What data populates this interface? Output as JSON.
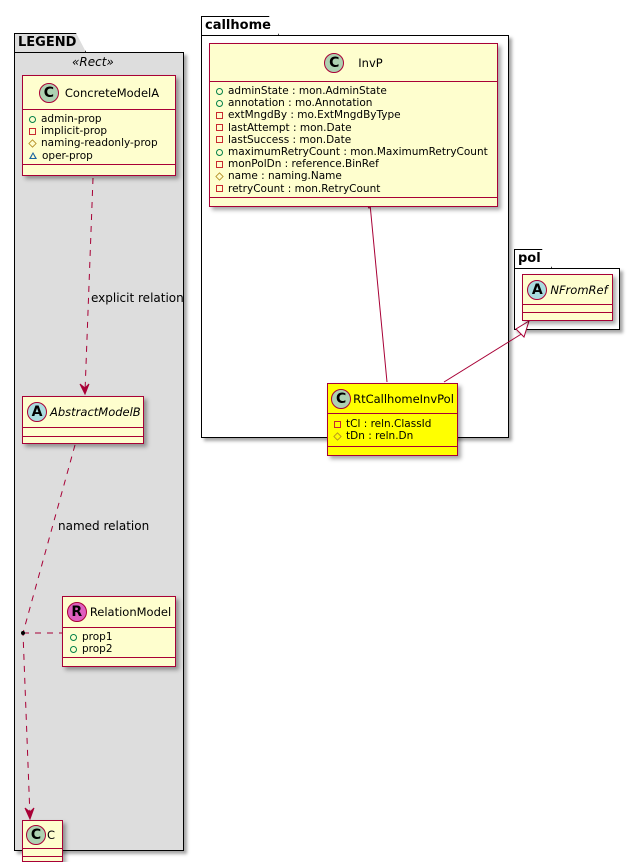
{
  "colors": {
    "class_fill": "#FEFECE",
    "highlight_fill": "#FFFF00",
    "border": "#A80036",
    "class_circle": "#ADD1B2",
    "abstract_circle": "#A9DCDF",
    "relation_circle": "#DE5FBF",
    "legend_bg": "#DDDDDD"
  },
  "packages": {
    "legend": {
      "name": "LEGEND",
      "stereotype": "«Rect»"
    },
    "callhome": {
      "name": "callhome"
    },
    "pol": {
      "name": "pol"
    }
  },
  "legend": {
    "concrete": {
      "letter": "C",
      "name": "ConcreteModelA",
      "attrs": [
        {
          "vis": "public",
          "text": "admin-prop"
        },
        {
          "vis": "private",
          "text": "implicit-prop"
        },
        {
          "vis": "protected",
          "text": "naming-readonly-prop"
        },
        {
          "vis": "package",
          "text": "oper-prop"
        }
      ]
    },
    "abstract": {
      "letter": "A",
      "name": "AbstractModelB"
    },
    "relation": {
      "letter": "R",
      "name": "RelationModel",
      "attrs": [
        {
          "vis": "public",
          "text": "prop1"
        },
        {
          "vis": "public",
          "text": "prop2"
        }
      ]
    },
    "c": {
      "letter": "C",
      "name": "C"
    },
    "explicit_label": "explicit relation",
    "named_label": "named relation"
  },
  "invp": {
    "letter": "C",
    "name": "InvP",
    "attrs": [
      {
        "vis": "public",
        "text": "adminState : mon.AdminState"
      },
      {
        "vis": "public",
        "text": "annotation : mo.Annotation"
      },
      {
        "vis": "private",
        "text": "extMngdBy : mo.ExtMngdByType"
      },
      {
        "vis": "private",
        "text": "lastAttempt : mon.Date"
      },
      {
        "vis": "private",
        "text": "lastSuccess : mon.Date"
      },
      {
        "vis": "public",
        "text": "maximumRetryCount : mon.MaximumRetryCount"
      },
      {
        "vis": "private",
        "text": "monPolDn : reference.BinRef"
      },
      {
        "vis": "protected",
        "text": "name : naming.Name"
      },
      {
        "vis": "private",
        "text": "retryCount : mon.RetryCount"
      }
    ]
  },
  "rt": {
    "letter": "C",
    "name": "RtCallhomeInvPol",
    "attrs": [
      {
        "vis": "private",
        "text": "tCl : reln.ClassId"
      },
      {
        "vis": "protected",
        "text": "tDn : reln.Dn"
      }
    ]
  },
  "nfromref": {
    "letter": "A",
    "name": "NFromRef"
  }
}
